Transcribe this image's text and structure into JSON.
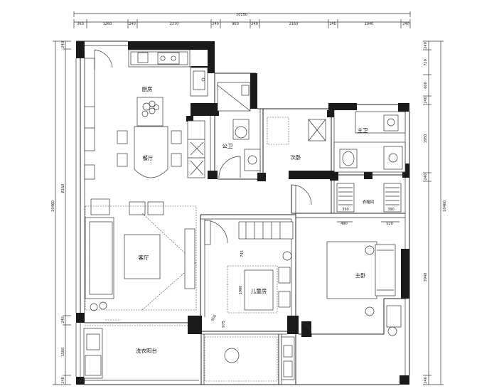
{
  "dimensions": {
    "top_total": "10150",
    "top_segments": [
      "360",
      "1260",
      "240",
      "2270",
      "240",
      "960",
      "240",
      "2160",
      "240",
      "1940",
      "240"
    ],
    "left_total": "10460",
    "left_segments": [
      "240",
      "8160",
      "240",
      "1560",
      "240"
    ],
    "right_total": "10460",
    "right_segments": [
      "240",
      "720",
      "600",
      "240",
      "1950",
      "240",
      "3940",
      "240"
    ],
    "inner": {
      "closet_w1": "490",
      "closet_w2": "520",
      "closet_d1": "390",
      "closet_d2": "390",
      "kids_w": "745",
      "kids_h1": "1900",
      "kids_h2": "900",
      "kids_h3": "975"
    }
  },
  "rooms": {
    "kitchen": "厨房",
    "dining": "餐厅",
    "public_bath": "公卫",
    "second_bedroom": "次卧",
    "master_bath": "主卫",
    "walk_in_closet": "衣帽间",
    "living_room": "客厅",
    "kids_room": "儿童房",
    "master_bedroom": "主卧",
    "laundry_balcony": "洗衣阳台"
  }
}
